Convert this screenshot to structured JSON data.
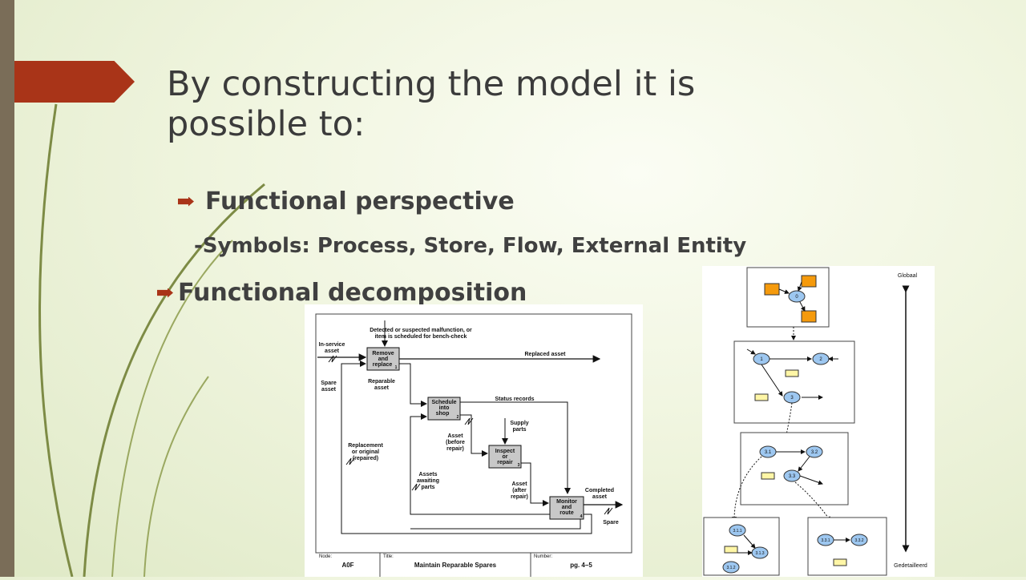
{
  "slide": {
    "title": "By constructing the model it is possible to:",
    "bullet1": "Functional perspective",
    "bullet1_sub": "-Symbols: Process, Store, Flow, External Entity",
    "bullet2": "Functional decomposition"
  },
  "idef": {
    "top_note_1": "Detected or suspected malfunction, or",
    "top_note_2": "item is scheduled for bench-check",
    "input_1": "In-service",
    "input_2": "asset",
    "spare_1": "Spare",
    "spare_2": "asset",
    "box1_1": "Remove",
    "box1_2": "and",
    "box1_3": "replace",
    "box1_num": "1",
    "replaced": "Replaced asset",
    "reparable_1": "Reparable",
    "reparable_2": "asset",
    "box2_1": "Schedule",
    "box2_2": "into",
    "box2_3": "shop",
    "box2_num": "2",
    "status": "Status records",
    "supply_1": "Supply",
    "supply_2": "parts",
    "before_1": "Asset",
    "before_2": "(before",
    "before_3": "repair)",
    "box3_1": "Inspect",
    "box3_2": "or",
    "box3_3": "repair",
    "box3_num": "3",
    "replacement_1": "Replacement",
    "replacement_2": "or original",
    "replacement_3": "(repaired)",
    "awaiting_1": "Assets",
    "awaiting_2": "awaiting",
    "awaiting_3": "parts",
    "after_1": "Asset",
    "after_2": "(after",
    "after_3": "repair)",
    "box4_1": "Monitor",
    "box4_2": "and",
    "box4_3": "route",
    "box4_num": "4",
    "completed_1": "Completed",
    "completed_2": "asset",
    "spare_out": "Spare",
    "node_label": "Node:",
    "node_value": "A0F",
    "title_label": "Title:",
    "title_value": "Maintain Reparable Spares",
    "number_label": "Number:",
    "number_value": "pg. 4–5"
  },
  "dfd": {
    "globaal": "Globaal",
    "gedetailleerd": "Gedetailleerd",
    "n0": "0",
    "n1": "1",
    "n2": "2",
    "n3": "3",
    "n31": "3.1",
    "n32": "3.2",
    "n33": "3.3",
    "n311": "3.1.1",
    "n312": "3.1.2",
    "n313": "3.1.3",
    "n331": "3.3.1",
    "n332": "3.3.2"
  },
  "colors": {
    "accent": "#a93418",
    "left_bar": "#7a6d58",
    "process_fill": "#9dc7f0",
    "entity_fill": "#f59a0c",
    "store_fill": "#fff6a6",
    "box_fill": "#c8c8c8"
  }
}
